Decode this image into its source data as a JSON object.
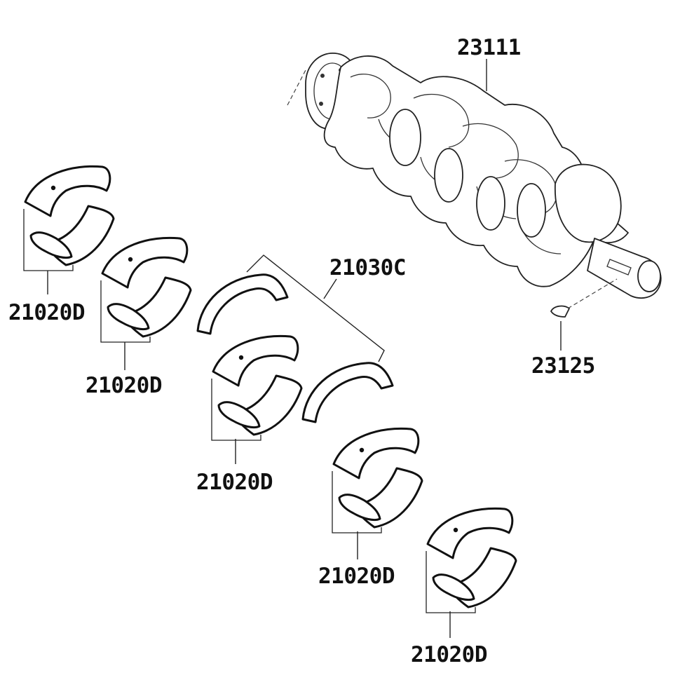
{
  "labels": {
    "crankshaft": "23111",
    "key": "23125",
    "thrust_washer": "21030C",
    "bearing_1": "21020D",
    "bearing_2": "21020D",
    "bearing_3": "21020D",
    "bearing_4": "21020D",
    "bearing_5": "21020D"
  }
}
